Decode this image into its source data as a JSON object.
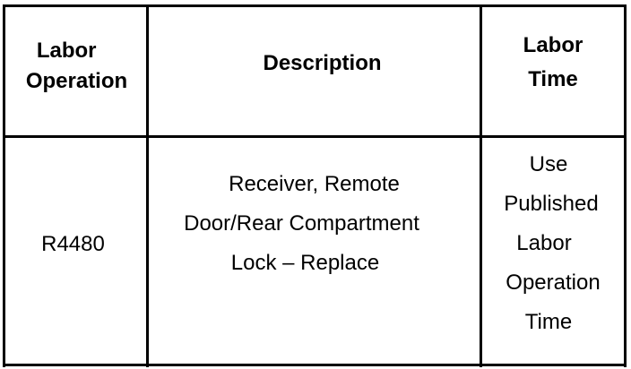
{
  "table": {
    "headers": {
      "operation": [
        "Labor",
        "Operation"
      ],
      "description": "Description",
      "time": [
        "Labor",
        "Time"
      ]
    },
    "rows": [
      {
        "operation": "R4480",
        "description": [
          "Receiver, Remote",
          "Door/Rear Compartment",
          "Lock – Replace"
        ],
        "time": [
          "Use",
          "Published",
          "Labor",
          "Operation",
          "Time"
        ]
      }
    ]
  }
}
